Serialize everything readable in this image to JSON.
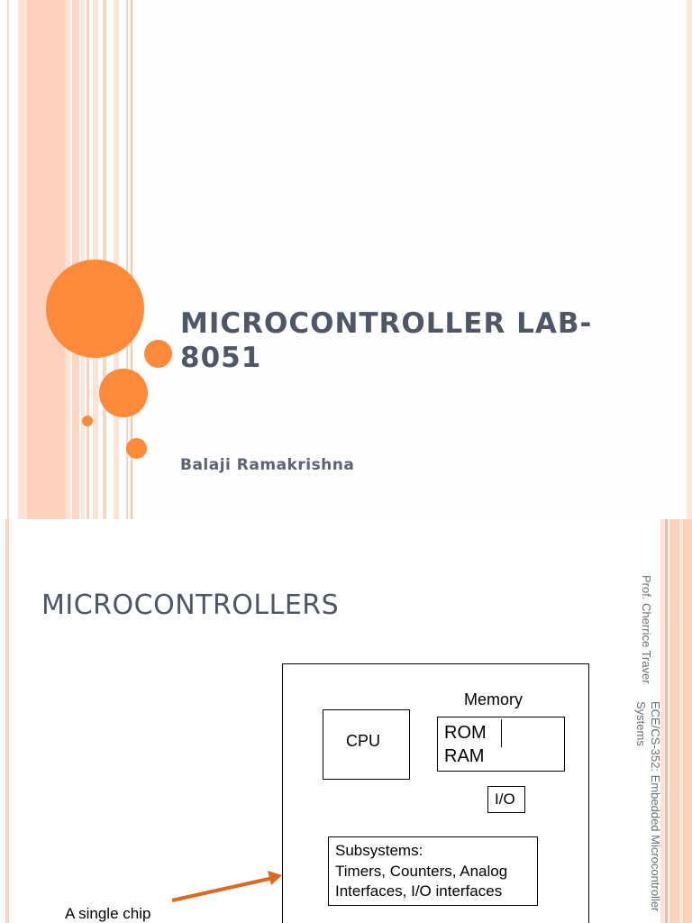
{
  "colors": {
    "accent": "#fd893a",
    "stripe_light": "#fcd6c2",
    "stripe_mid": "#f9b594",
    "title_text": "#4f5766"
  },
  "slide1": {
    "title": "MICROCONTROLLER LAB-8051",
    "subtitle": "Balaji Ramakrishna"
  },
  "slide2": {
    "title": "MICROCONTROLLERS",
    "side_text": {
      "author": "Prof. Cherrice Traver",
      "course_line1": "ECE/CS-352: Embedded Microcontroller",
      "course_line2": "Systems"
    },
    "diagram": {
      "memory_label": "Memory",
      "cpu_label": "CPU",
      "rom_label": "ROM",
      "ram_label": "RAM",
      "io_label": "I/O",
      "subsystems_line1": "Subsystems:",
      "subsystems_line2": "Timers, Counters, Analog",
      "subsystems_line3": "Interfaces, I/O interfaces",
      "chip_label": "A single chip"
    }
  }
}
